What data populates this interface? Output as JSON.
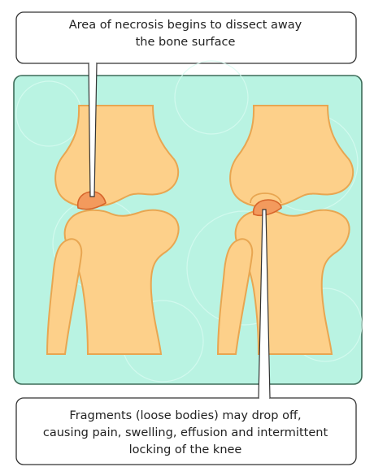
{
  "colors": {
    "panel_bg": "#b9f3e2",
    "panel_border": "#3d6b58",
    "bone_fill": "#fdd08a",
    "bone_stroke": "#e8a651",
    "necrosis_fill": "#f39a5d",
    "necrosis_stroke": "#d6652b",
    "callout_border": "#333333"
  },
  "callouts": {
    "top": {
      "line1": "Area of necrosis begins to dissect away",
      "line2": "the bone surface"
    },
    "bottom": {
      "line1": "Fragments (loose bodies) may drop off,",
      "line2": "causing pain, swelling, effusion and intermittent",
      "line3": "locking of the knee"
    }
  }
}
